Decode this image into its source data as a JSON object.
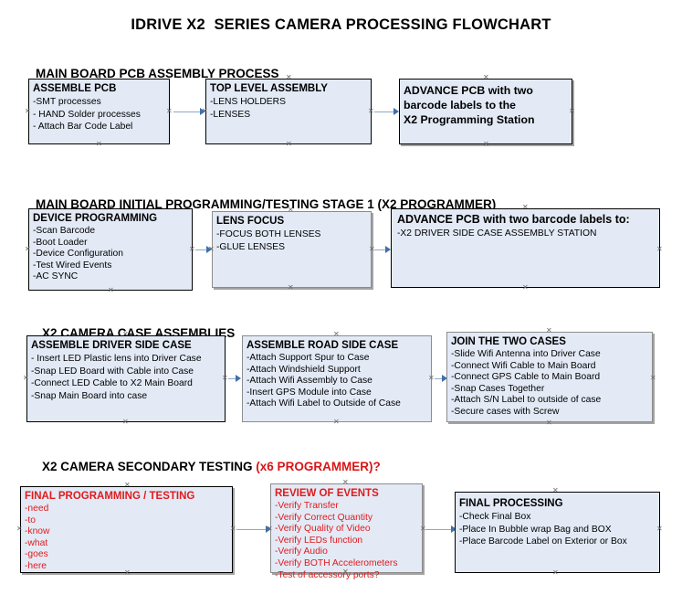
{
  "document": {
    "title": "IDRIVE X2  SERIES CAMERA PROCESSING FLOWCHART"
  },
  "sections": [
    {
      "id": "main-board-pcb-assembly",
      "heading": "MAIN BOARD PCB ASSEMBLY PROCESS",
      "heading_suffix": "",
      "boxes": [
        {
          "id": "assemble-pcb",
          "title": "ASSEMBLE PCB",
          "lines": [
            "-SMT processes",
            "- HAND Solder processes",
            "- Attach Bar Code Label"
          ]
        },
        {
          "id": "top-level-assembly",
          "title": "TOP LEVEL ASSEMBLY",
          "lines": [
            "-LENS HOLDERS",
            "-LENSES"
          ]
        },
        {
          "id": "advance-pcb-programming-station",
          "title": "",
          "lines": [
            "ADVANCE PCB with two",
            "barcode labels to the",
            " X2 Programming Station"
          ]
        }
      ]
    },
    {
      "id": "main-board-initial-programming",
      "heading": "MAIN BOARD INITIAL PROGRAMMING/TESTING STAGE 1 (X2 PROGRAMMER)",
      "heading_suffix": "",
      "boxes": [
        {
          "id": "device-programming",
          "title": "DEVICE PROGRAMMING",
          "lines": [
            "-Scan Barcode",
            "-Boot Loader",
            "-Device Configuration",
            "-Test Wired Events",
            "-AC SYNC"
          ]
        },
        {
          "id": "lens-focus",
          "title": "LENS FOCUS",
          "lines": [
            "-FOCUS BOTH LENSES",
            "-GLUE LENSES"
          ]
        },
        {
          "id": "advance-pcb-driver-side-case",
          "title": "ADVANCE PCB with two barcode labels to:",
          "lines": [
            "-X2 DRIVER  SIDE  CASE  ASSEMBLY STATION"
          ]
        }
      ]
    },
    {
      "id": "x2-camera-case-assemblies",
      "heading": "X2 CAMERA CASE ASSEMBLIES",
      "heading_suffix": "",
      "boxes": [
        {
          "id": "assemble-driver-side-case",
          "title": "ASSEMBLE DRIVER SIDE CASE",
          "lines": [
            "- Insert LED Plastic lens into Driver Case",
            "-Snap LED Board with Cable into Case",
            "-Connect LED Cable to X2 Main Board",
            "-Snap Main Board into case"
          ]
        },
        {
          "id": "assemble-road-side-case",
          "title": "ASSEMBLE ROAD SIDE CASE",
          "lines": [
            "-Attach Support Spur to Case",
            "-Attach Windshield Support",
            "-Attach Wifi Assembly to Case",
            "-Insert GPS Module into Case",
            "-Attach Wifi Label to Outside of Case"
          ]
        },
        {
          "id": "join-the-two-cases",
          "title": "JOIN THE TWO CASES",
          "lines": [
            "-Slide Wifi Antenna into Driver Case",
            "-Connect Wifi Cable to Main Board",
            "-Connect GPS Cable to Main Board",
            "-Snap Cases Together",
            "-Attach S/N Label to outside of case",
            "-Secure cases with Screw"
          ]
        }
      ]
    },
    {
      "id": "x2-camera-secondary-testing",
      "heading": "X2 CAMERA SECONDARY TESTING ",
      "heading_suffix": "(x6 PROGRAMMER)?",
      "boxes": [
        {
          "id": "final-programming-testing",
          "title": "FINAL PROGRAMMING / TESTING",
          "lines": [
            "-need",
            "-to",
            "-know",
            "-what",
            "-goes",
            "-here"
          ]
        },
        {
          "id": "review-of-events",
          "title": "REVIEW OF EVENTS",
          "lines": [
            "-Verify Transfer",
            "-Verify Correct Quantity",
            "-Verify Quality of Video",
            "-Verify LEDs function",
            "-Verify Audio",
            "-Verify BOTH Accelerometers",
            "-Test of accessory ports?"
          ]
        },
        {
          "id": "final-processing",
          "title": "FINAL PROCESSING",
          "lines": [
            " -Check Final Box",
            "-Place In Bubble wrap Bag and BOX",
            "-Place Barcode Label on Exterior or Box"
          ]
        }
      ]
    }
  ],
  "colors": {
    "box_fill": "#e3eaf6",
    "box_border": "#000000",
    "box_border_gray": "#8c8c8c",
    "arrow_line": "#8fa9c4",
    "arrow_head": "#3f6fae",
    "red_text": "#e01b1b",
    "black_text": "#000000"
  },
  "connectors": {
    "marker_glyph": "✕"
  }
}
